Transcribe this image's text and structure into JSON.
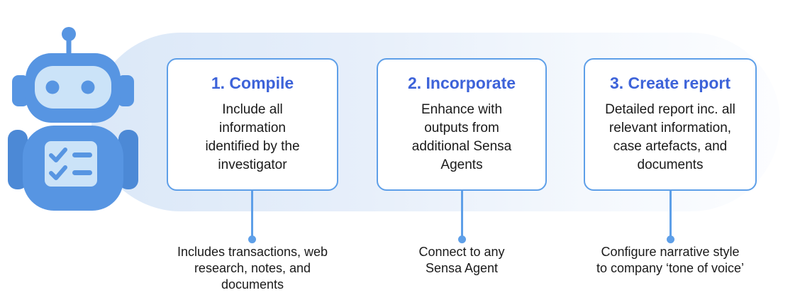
{
  "colors": {
    "band_start": "#dbe8f8",
    "band_end": "#fcfdff",
    "card_bg": "#ffffff",
    "card_border": "#5e9fe8",
    "title_blue": "#3d63d9",
    "text_dark": "#1a1a1a",
    "connector": "#5e9fe8",
    "robot_blue": "#5795e2",
    "robot_blue_dark": "#4c89d6",
    "robot_light": "#cbe3f8"
  },
  "steps": [
    {
      "title": "1. Compile",
      "description": "Include all\ninformation\nidentified by the\ninvestigator",
      "caption": "Includes transactions, web\nresearch, notes, and\ndocuments"
    },
    {
      "title": "2. Incorporate",
      "description": "Enhance with\noutputs from\nadditional Sensa\nAgents",
      "caption": "Connect to any\nSensa Agent"
    },
    {
      "title": "3. Create report",
      "description": "Detailed report inc. all\nrelevant information,\ncase artefacts, and\ndocuments",
      "caption": "Configure narrative style\nto company ‘tone of voice’"
    }
  ]
}
